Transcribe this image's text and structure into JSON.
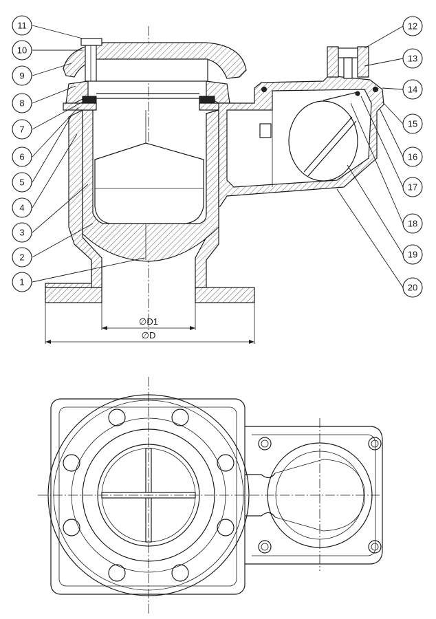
{
  "callouts": [
    {
      "n": "1"
    },
    {
      "n": "2"
    },
    {
      "n": "3"
    },
    {
      "n": "4"
    },
    {
      "n": "5"
    },
    {
      "n": "6"
    },
    {
      "n": "7"
    },
    {
      "n": "8"
    },
    {
      "n": "9"
    },
    {
      "n": "10"
    },
    {
      "n": "11"
    },
    {
      "n": "12"
    },
    {
      "n": "13"
    },
    {
      "n": "14"
    },
    {
      "n": "15"
    },
    {
      "n": "16"
    },
    {
      "n": "17"
    },
    {
      "n": "18"
    },
    {
      "n": "19"
    },
    {
      "n": "20"
    }
  ],
  "dimensions": {
    "inner_diameter": "∅D1",
    "outer_diameter": "∅D"
  }
}
